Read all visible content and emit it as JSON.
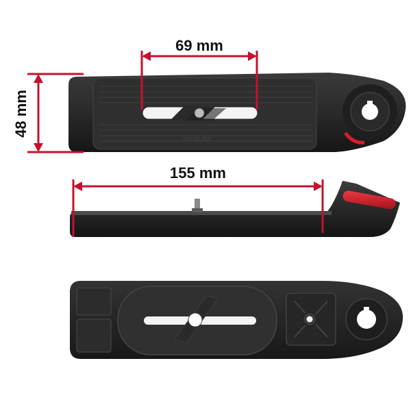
{
  "dimensions": {
    "width_label": "69 mm",
    "height_label": "48 mm",
    "length_label": "155 mm"
  },
  "product": {
    "brand_mark": "SeaLife"
  },
  "colors": {
    "dimension_line": "#c8102e",
    "body_dark": "#1e1e1e",
    "body_mid": "#2c2c2c",
    "accent_red": "#d81e2a",
    "label_text": "#111111"
  }
}
